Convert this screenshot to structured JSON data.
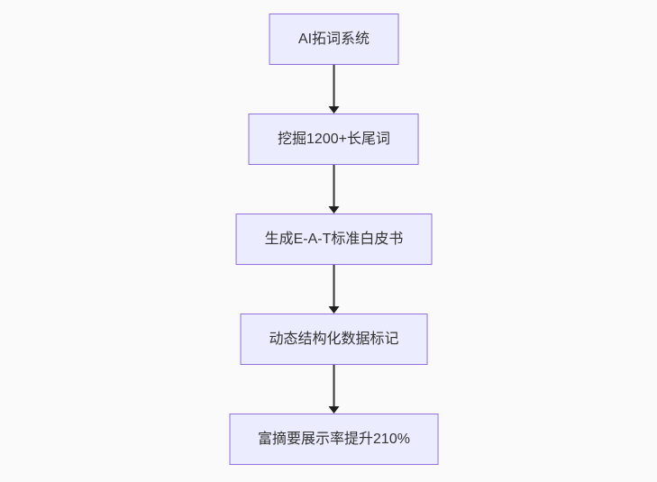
{
  "flowchart": {
    "type": "flowchart",
    "direction": "top-down",
    "style": {
      "canvas_bg": "#fafafa",
      "node_fill": "#ECECFF",
      "node_border": "#9370DB",
      "text_color": "#333333",
      "arrow_color": "#333333",
      "arrowhead_color": "#1f1f1f"
    },
    "nodes": [
      {
        "id": "n1",
        "label": "AI拓词系统"
      },
      {
        "id": "n2",
        "label": "挖掘1200+长尾词"
      },
      {
        "id": "n3",
        "label": "生成E-A-T标准白皮书"
      },
      {
        "id": "n4",
        "label": "动态结构化数据标记"
      },
      {
        "id": "n5",
        "label": "富摘要展示率提升210%"
      }
    ],
    "edges": [
      {
        "from": "n1",
        "to": "n2"
      },
      {
        "from": "n2",
        "to": "n3"
      },
      {
        "from": "n3",
        "to": "n4"
      },
      {
        "from": "n4",
        "to": "n5"
      }
    ]
  }
}
